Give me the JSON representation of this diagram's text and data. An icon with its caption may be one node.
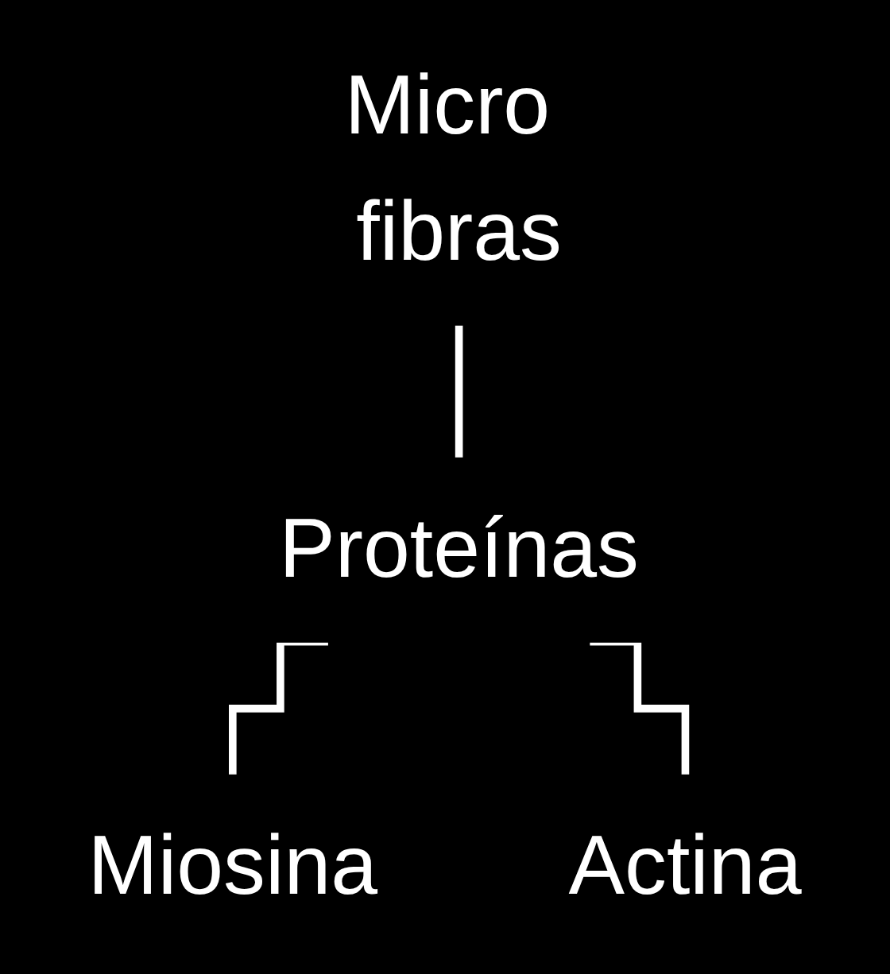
{
  "diagram": {
    "nodes": [
      {
        "text": [
          "Micro fibras"
        ]
      },
      {
        "text": [
          "Proteínas"
        ]
      },
      {
        "text": [
          "Miosina"
        ]
      },
      {
        "text": [
          "Actina"
        ]
      }
    ],
    "edges": [
      {
        "from": 0,
        "to": 1,
        "arrow": "none"
      },
      {
        "from": 1,
        "to": 2,
        "arrow": "none"
      },
      {
        "from": 1,
        "to": 3,
        "arrow": "none"
      }
    ]
  }
}
